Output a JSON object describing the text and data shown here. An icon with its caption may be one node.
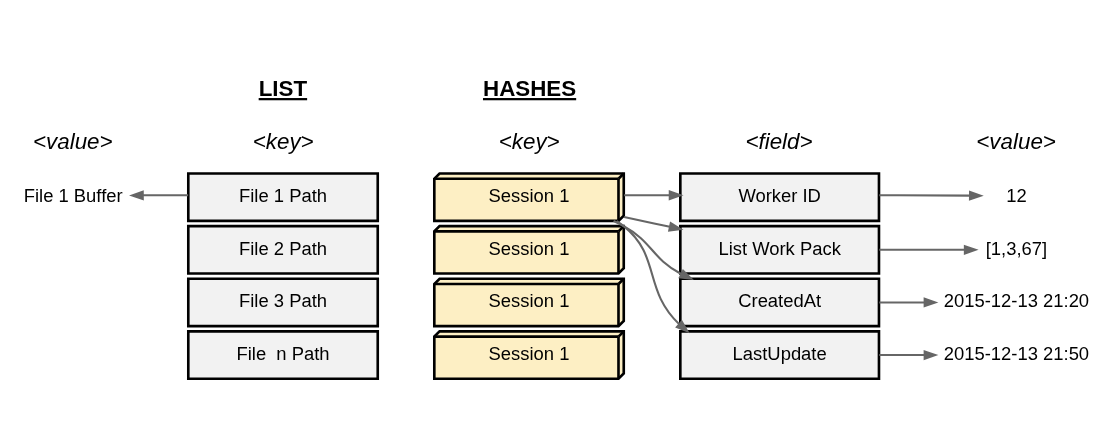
{
  "diagram": {
    "nodes": [
      {
        "text": [
          "File 1 Buffer"
        ]
      },
      {
        "text": [
          "File 1 Path"
        ]
      },
      {
        "text": [
          "File 2 Path"
        ]
      },
      {
        "text": [
          "File 3 Path"
        ]
      },
      {
        "text": [
          "File  n Path"
        ]
      },
      {
        "text": [
          "Session 1"
        ]
      },
      {
        "text": [
          "Session 1"
        ]
      },
      {
        "text": [
          "Session 1"
        ]
      },
      {
        "text": [
          "Session 1"
        ]
      },
      {
        "text": [
          "Worker ID"
        ]
      },
      {
        "text": [
          "List Work Pack"
        ]
      },
      {
        "text": [
          "CreatedAt"
        ]
      },
      {
        "text": [
          "LastUpdate"
        ]
      },
      {
        "text": [
          "12"
        ]
      },
      {
        "text": [
          "[1,3,67]"
        ]
      },
      {
        "text": [
          "2015-12-13 21:20"
        ]
      },
      {
        "text": [
          "2015-12-13 21:50"
        ]
      }
    ],
    "edges": [
      {
        "from": 1,
        "to": 0,
        "arrow": "to"
      },
      {
        "from": 5,
        "to": 9,
        "arrow": "to"
      },
      {
        "from": 5,
        "to": 10,
        "arrow": "to"
      },
      {
        "from": 5,
        "to": 11,
        "arrow": "to"
      },
      {
        "from": 5,
        "to": 12,
        "arrow": "to"
      },
      {
        "from": 9,
        "to": 13,
        "arrow": "to"
      },
      {
        "from": 10,
        "to": 14,
        "arrow": "to"
      },
      {
        "from": 11,
        "to": 15,
        "arrow": "to"
      },
      {
        "from": 12,
        "to": 16,
        "arrow": "to"
      }
    ],
    "labels": [
      "LIST",
      "HASHES",
      "<value>",
      "<key>",
      "<key>",
      "<field>",
      "<value>"
    ]
  }
}
